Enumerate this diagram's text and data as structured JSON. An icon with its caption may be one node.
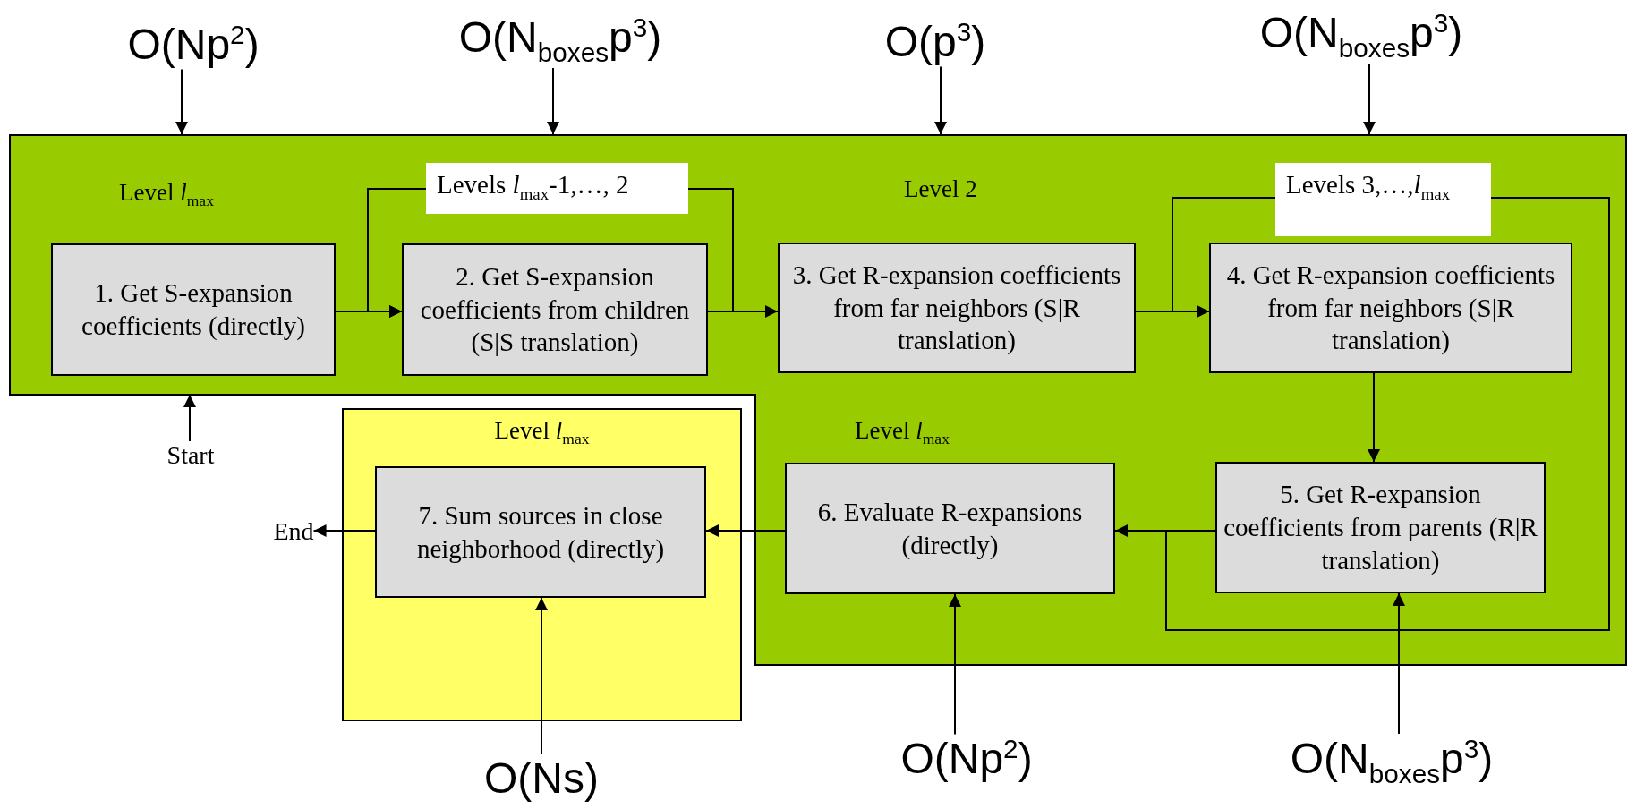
{
  "diagram": {
    "nodes": [
      {
        "text": [
          "O(Np$^{2}$)"
        ]
      },
      {
        "text": [
          "O(N$_{boxes}$p$^{3}$)"
        ]
      },
      {
        "text": [
          "O(p$^{3}$)"
        ]
      },
      {
        "text": [
          "O(N$_{boxes}$p$^{3}$)"
        ]
      },
      {
        "text": [
          "Level *l*$_{max}$",
          "Level 2",
          "Level *l*$_{max}$"
        ]
      },
      {
        "text": [
          "Levels *l*$_{max}$-1,…, 2"
        ],
        "in": 4
      },
      {
        "text": [
          "Levels 3,…,*l*$_{max}$"
        ],
        "in": 4
      },
      {
        "text": [
          "1. Get S-expansion coefficients (directly)"
        ],
        "in": 4
      },
      {
        "text": [
          "2. Get S-expansion coefficients from children (S|S translation)"
        ],
        "in": 4
      },
      {
        "text": [
          "3. Get R-expansion coefficients from far neighbors (S|R translation)"
        ],
        "in": 4
      },
      {
        "text": [
          "4. Get R-expansion coefficients from far neighbors (S|R translation)"
        ],
        "in": 4
      },
      {
        "text": [
          "5. Get R-expansion coefficients from parents (R|R translation)"
        ],
        "in": 4
      },
      {
        "text": [
          "6. Evaluate R-expansions (directly)"
        ],
        "in": 4
      },
      {
        "text": [
          "Level *l*$_{max}$"
        ]
      },
      {
        "text": [
          "7. Sum sources in close neighborhood (directly)"
        ],
        "in": 13
      },
      {
        "text": [
          "Start"
        ]
      },
      {
        "text": [
          "End"
        ]
      },
      {
        "text": [
          "O(Ns)"
        ]
      },
      {
        "text": [
          "O(Np$^{2}$)"
        ]
      },
      {
        "text": [
          "O(N$_{boxes}$p$^{3}$)"
        ]
      }
    ],
    "edges": [
      {
        "from": 0,
        "to": 4,
        "arrow": "to"
      },
      {
        "from": 1,
        "to": 4,
        "arrow": "to"
      },
      {
        "from": 2,
        "to": 4,
        "arrow": "to"
      },
      {
        "from": 3,
        "to": 4,
        "arrow": "to"
      },
      {
        "from": 15,
        "to": 4,
        "arrow": "to"
      },
      {
        "from": 7,
        "to": 8,
        "arrow": "to"
      },
      {
        "from": 8,
        "to": 5,
        "arrow": "none"
      },
      {
        "from": 5,
        "to": 8,
        "arrow": "to"
      },
      {
        "from": 8,
        "to": 9,
        "arrow": "to"
      },
      {
        "from": 9,
        "to": 10,
        "arrow": "to"
      },
      {
        "from": 11,
        "to": 6,
        "arrow": "none"
      },
      {
        "from": 6,
        "to": 10,
        "arrow": "to"
      },
      {
        "from": 10,
        "to": 11,
        "arrow": "to"
      },
      {
        "from": 11,
        "to": 12,
        "arrow": "to"
      },
      {
        "from": 12,
        "to": 14,
        "arrow": "to"
      },
      {
        "from": 14,
        "to": 16,
        "arrow": "to"
      },
      {
        "from": 17,
        "to": 14,
        "arrow": "to"
      },
      {
        "from": 18,
        "to": 12,
        "arrow": "to"
      },
      {
        "from": 19,
        "to": 11,
        "arrow": "to"
      }
    ]
  }
}
